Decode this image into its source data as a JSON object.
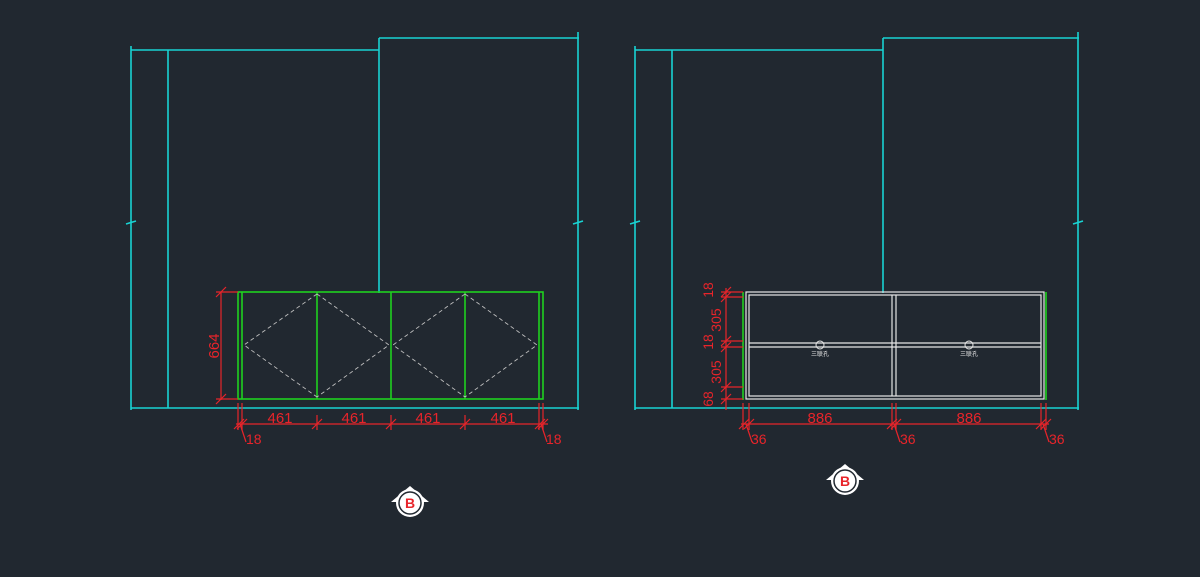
{
  "colors": {
    "background": "#212830",
    "wall": "#19d3d3",
    "cabinet_green": "#1fd11f",
    "cabinet_white": "#e6e6e6",
    "dimension": "#e8242a",
    "hinge_dash": "#bfbfbf"
  },
  "left_elevation": {
    "door_widths": [
      "461",
      "461",
      "461",
      "461"
    ],
    "end_panel_left": "18",
    "end_panel_right": "18",
    "height": "664",
    "section_tag": "B",
    "tag_icon": "section-marker-icon"
  },
  "right_elevation": {
    "drawer_widths": [
      "886",
      "886"
    ],
    "side_offsets": [
      "36",
      "36",
      "36"
    ],
    "vertical_dims": [
      "18",
      "305",
      "18",
      "305",
      "68"
    ],
    "drawer_label": "三联孔",
    "section_tag": "B",
    "tag_icon": "section-marker-icon"
  }
}
